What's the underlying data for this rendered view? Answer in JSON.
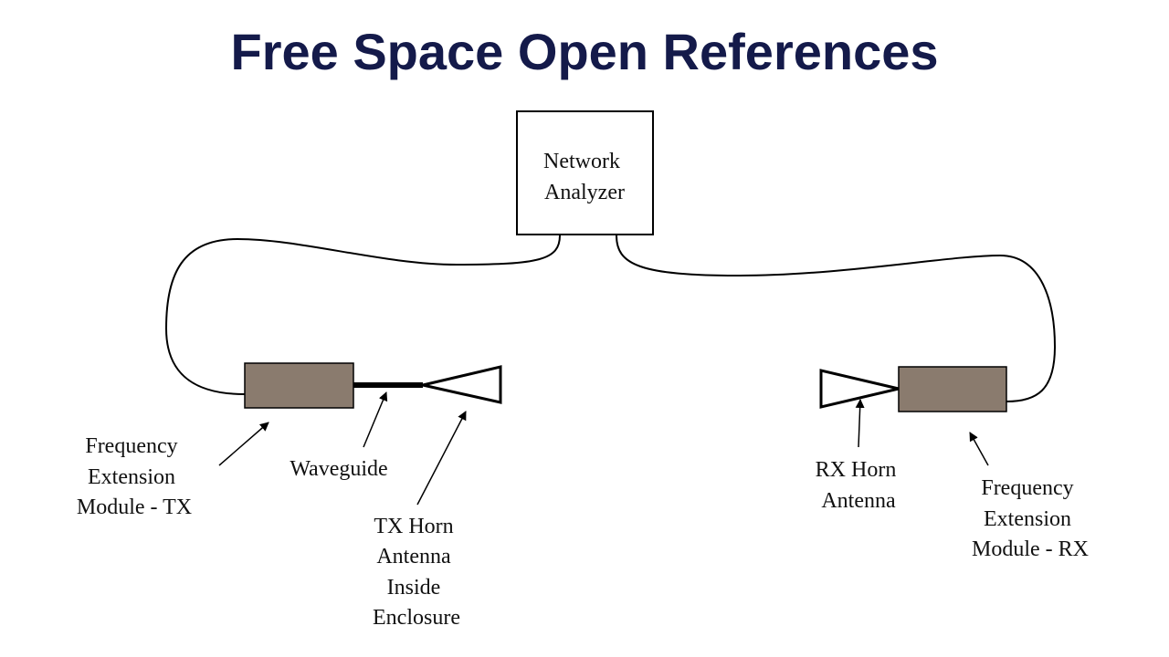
{
  "title": "Free Space Open References",
  "colors": {
    "title": "#141a4a",
    "module_fill": "#8a7b6e",
    "stroke": "#000000",
    "background": "#ffffff"
  },
  "labels": {
    "network_analyzer": [
      "Network",
      "Analyzer"
    ],
    "fem_tx": [
      "Frequency",
      "Extension",
      "Module - TX"
    ],
    "waveguide": [
      "Waveguide"
    ],
    "tx_horn": [
      "TX Horn",
      "Antenna",
      "Inside",
      "Enclosure"
    ],
    "rx_horn": [
      "RX Horn",
      "Antenna"
    ],
    "fem_rx": [
      "Frequency",
      "Extension",
      "Module - RX"
    ]
  }
}
